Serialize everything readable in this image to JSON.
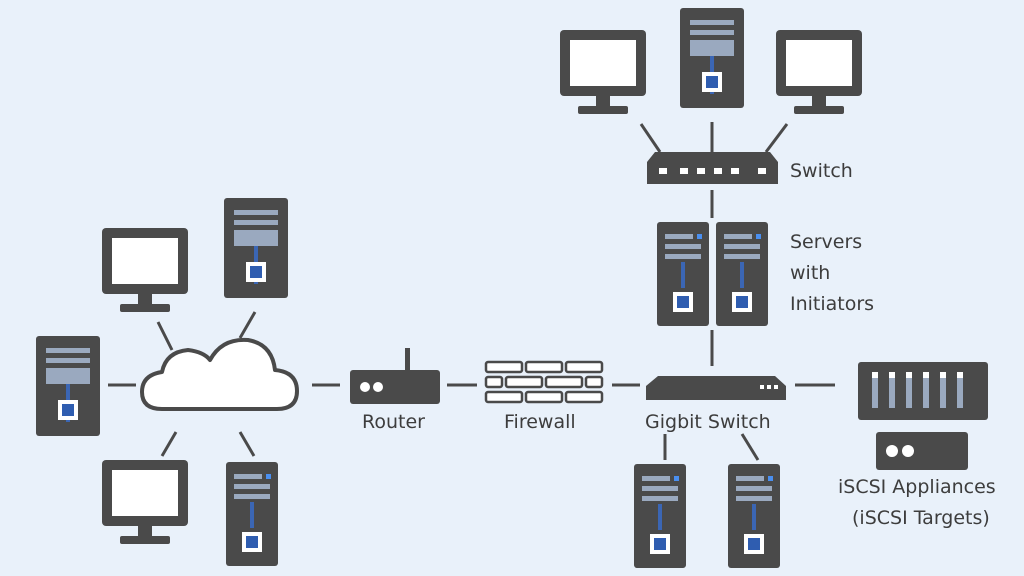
{
  "labels": {
    "switch": "Switch",
    "servers_line1": "Servers",
    "servers_line2": "with",
    "servers_line3": "Initiators",
    "router": "Router",
    "firewall": "Firewall",
    "gigabit_switch": "Gigbit Switch",
    "iscsi_line1": "iSCSI Appliances",
    "iscsi_line2": "(iSCSI Targets)"
  },
  "icons": {
    "monitor": "monitor-icon",
    "server": "server-tower-icon",
    "cloud": "cloud-icon",
    "router": "router-icon",
    "firewall": "firewall-icon",
    "switch": "network-switch-icon",
    "storage": "storage-array-icon"
  },
  "colors": {
    "background": "#e9f1fa",
    "device": "#4a4a4a",
    "accent": "#3b66b4",
    "panel": "#9aa9bf"
  }
}
